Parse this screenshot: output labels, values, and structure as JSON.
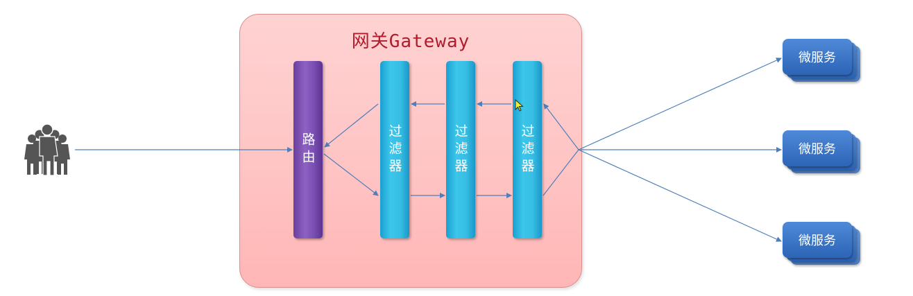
{
  "gateway": {
    "title": "网关Gateway"
  },
  "router": {
    "label": "路由"
  },
  "filters": [
    {
      "label": "过滤器"
    },
    {
      "label": "过滤器"
    },
    {
      "label": "过滤器"
    }
  ],
  "services": [
    {
      "label": "微服务"
    },
    {
      "label": "微服务"
    },
    {
      "label": "微服务"
    }
  ],
  "colors": {
    "gateway_fill": "#ffc4c4",
    "gateway_title": "#b01c2c",
    "router": "#7a4fb4",
    "filter": "#36bde3",
    "service": "#2a62b4",
    "arrow": "#4f7fb8",
    "users_icon": "#555555"
  },
  "icons": {
    "clients": "users-group-icon",
    "pointer": "mouse-cursor-icon"
  }
}
